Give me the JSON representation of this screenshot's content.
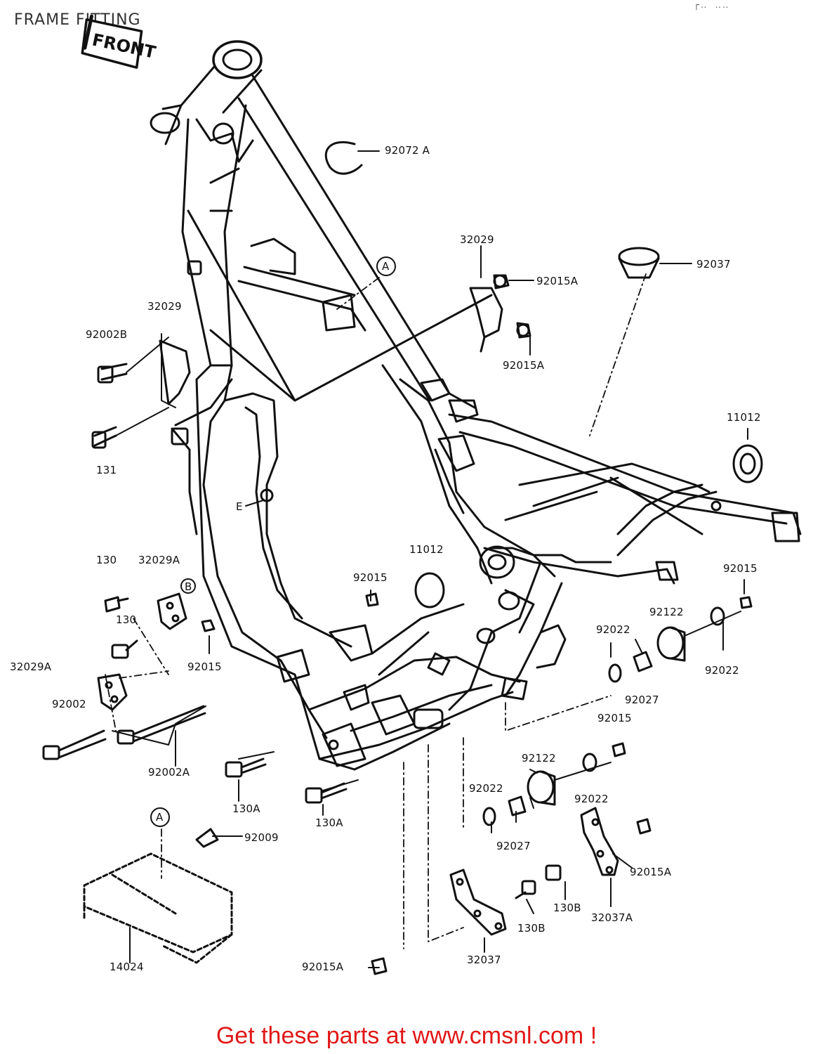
{
  "title": "FRAME FITTING",
  "front_badge": "FRONT",
  "footer": "Get these parts at www.cmsnl.com !",
  "colors": {
    "line": "#111111",
    "footer": "#e01818",
    "title": "#333333"
  },
  "labels": {
    "l92072a": "92072 A",
    "l32029_top": "32029",
    "l92037": "92037",
    "l92015a_1": "92015A",
    "l92015a_2": "92015A",
    "l32029_left": "32029",
    "l92002b": "92002B",
    "l131": "131",
    "l11012_right": "11012",
    "lE": "E",
    "l11012_mid": "11012",
    "l130_1": "130",
    "l32029a_1": "32029A",
    "lB": "B",
    "l92015_mid": "92015",
    "l92015_right": "92015",
    "l130_2": "130",
    "l92022_1": "92022",
    "l92122_1": "92122",
    "l32029a_2": "32029A",
    "l92015_left": "92015",
    "l92022_2": "92022",
    "l92027_1": "92027",
    "l92002": "92002",
    "l92015_b": "92015",
    "l92002a": "92002A",
    "l92122_2": "92122",
    "l130a_1": "130A",
    "l92022_3": "92022",
    "l92022_4": "92022",
    "l130a_2": "130A",
    "l92027_2": "92027",
    "lA_bottom": "A",
    "lA_top": "A",
    "l92009": "92009",
    "l92015a_3": "92015A",
    "l130b_1": "130B",
    "l130b_2": "130B",
    "l32037a": "32037A",
    "l14024": "14024",
    "l32037": "32037",
    "l92015a_4": "92015A"
  }
}
